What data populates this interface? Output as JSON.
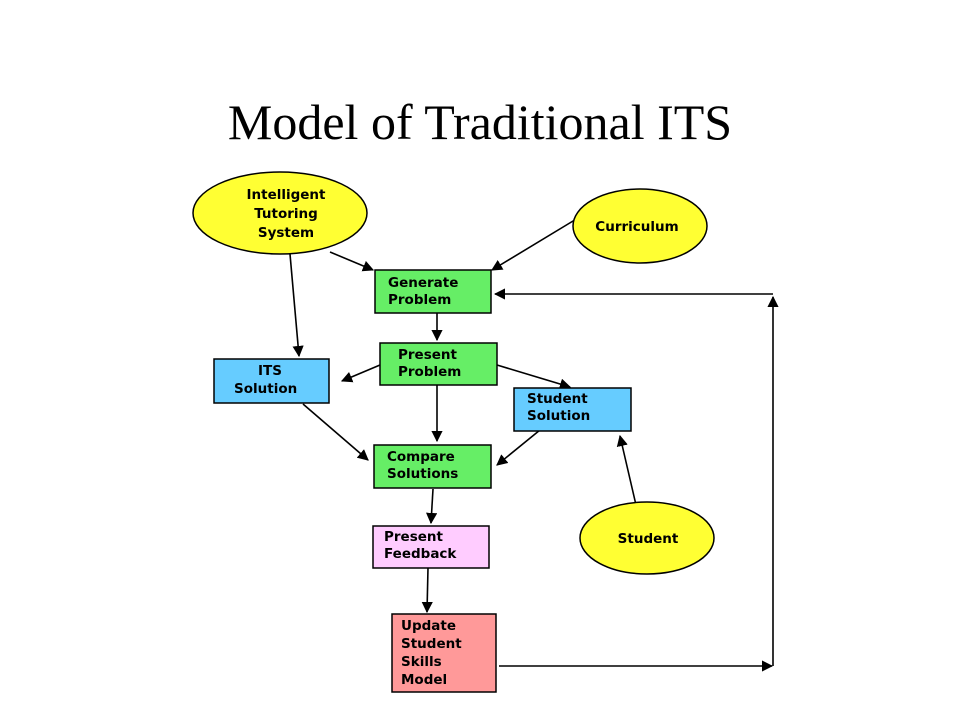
{
  "title": "Model of Traditional ITS",
  "colors": {
    "ellipse": "#ffff33",
    "green": "#66ee66",
    "blue": "#66ccff",
    "pink": "#ffccff",
    "red": "#ff9999"
  },
  "nodes": {
    "its": [
      "Intelligent",
      "Tutoring",
      "System"
    ],
    "curriculum": [
      "Curriculum"
    ],
    "generate": [
      "Generate",
      "Problem"
    ],
    "present_problem": [
      "Present",
      "Problem"
    ],
    "its_solution": [
      "ITS",
      "Solution"
    ],
    "student_solution": [
      "Student",
      "Solution"
    ],
    "compare": [
      "Compare",
      "Solutions"
    ],
    "student": [
      "Student"
    ],
    "feedback": [
      "Present",
      "Feedback"
    ],
    "update": [
      "Update",
      "Student",
      "Skills",
      "Model"
    ]
  }
}
